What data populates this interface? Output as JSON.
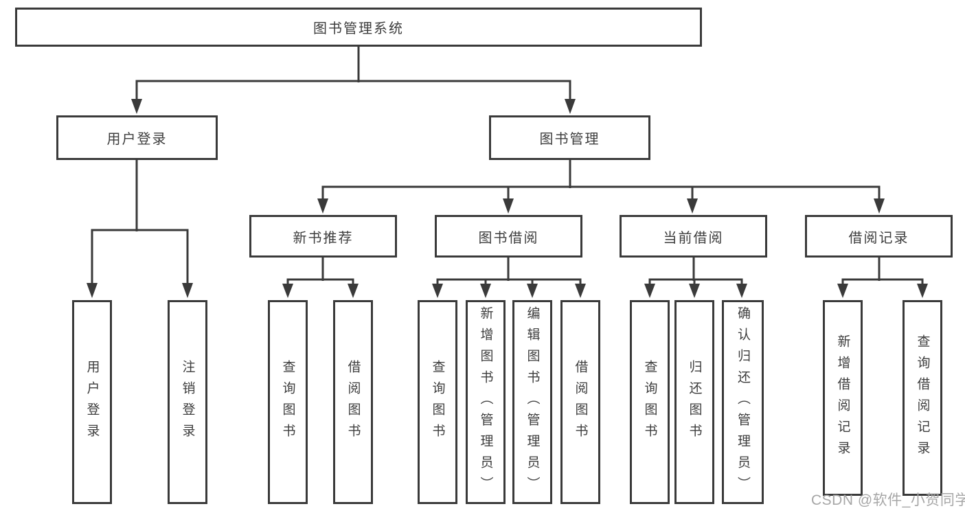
{
  "tree": {
    "root": {
      "label": "图书管理系统",
      "children": [
        {
          "label": "用户登录",
          "children": [
            {
              "label": "用户登录"
            },
            {
              "label": "注销登录"
            }
          ]
        },
        {
          "label": "图书管理",
          "children": [
            {
              "label": "新书推荐",
              "children": [
                {
                  "label": "查询图书"
                },
                {
                  "label": "借阅图书"
                }
              ]
            },
            {
              "label": "图书借阅",
              "children": [
                {
                  "label": "查询图书"
                },
                {
                  "label": "新增图书（管理员）"
                },
                {
                  "label": "编辑图书（管理员）"
                },
                {
                  "label": "借阅图书"
                }
              ]
            },
            {
              "label": "当前借阅",
              "children": [
                {
                  "label": "查询图书"
                },
                {
                  "label": "归还图书"
                },
                {
                  "label": "确认归还（管理员）"
                }
              ]
            },
            {
              "label": "借阅记录",
              "children": [
                {
                  "label": "新增借阅记录"
                },
                {
                  "label": "查询借阅记录"
                }
              ]
            }
          ]
        }
      ]
    }
  },
  "watermark": {
    "text": "CSDN @软件_小贺同学"
  },
  "colors": {
    "line": "#3a3a3a",
    "watermark": "#a6a6a6"
  }
}
